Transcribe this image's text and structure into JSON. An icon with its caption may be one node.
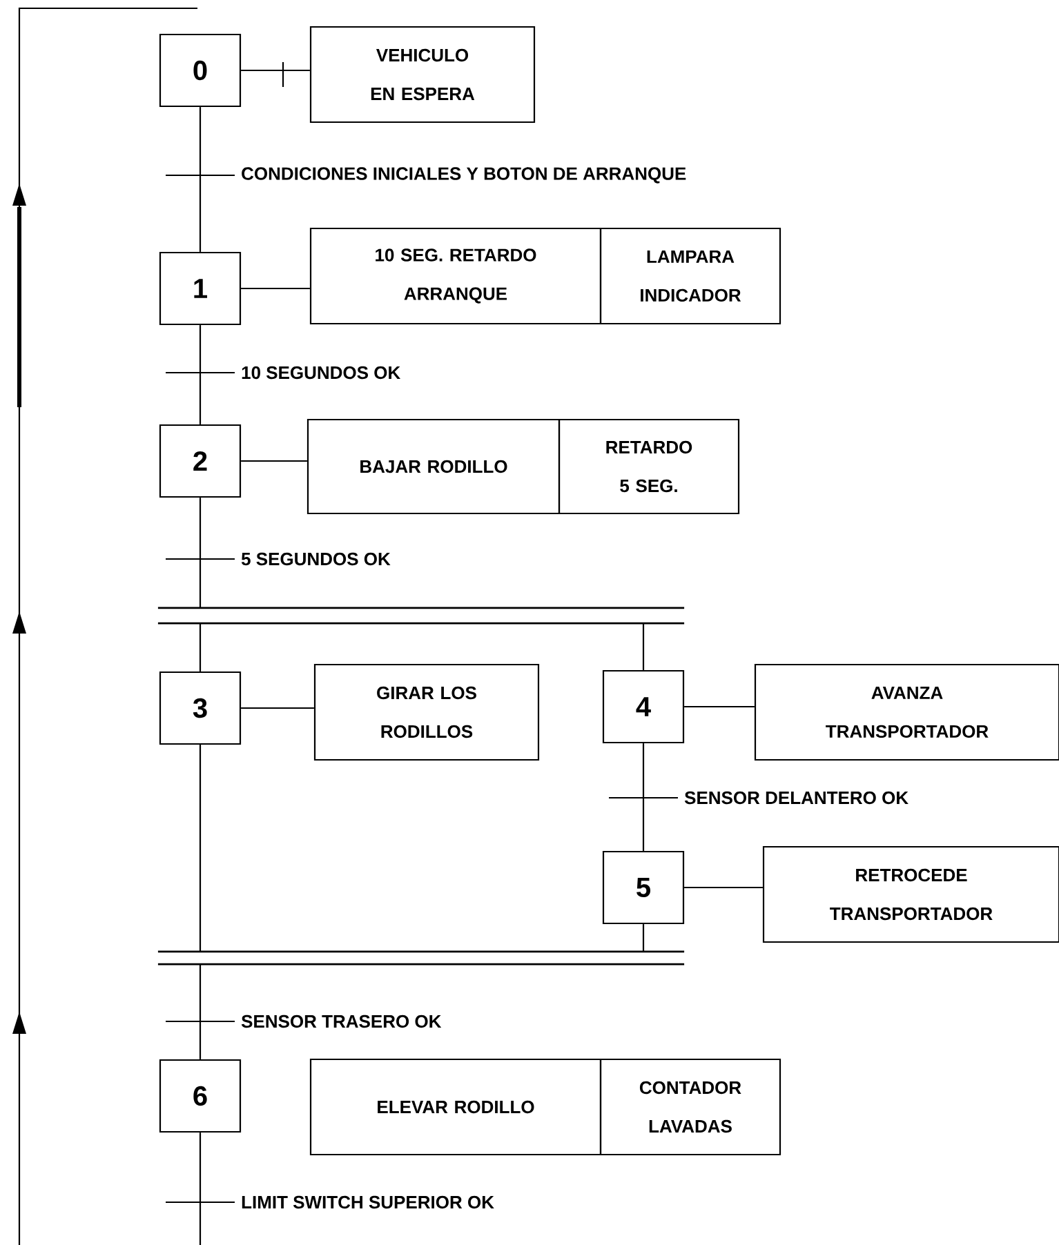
{
  "diagram": {
    "nodes": [
      {
        "text": [
          "0"
        ]
      },
      {
        "text": [
          "VEHICULO EN ESPERA"
        ]
      },
      {
        "text": [
          "1"
        ]
      },
      {
        "text": [
          "10 SEG. RETARDO ARRANQUE"
        ]
      },
      {
        "text": [
          "LAMPARA INDICADOR"
        ]
      },
      {
        "text": [
          "2"
        ]
      },
      {
        "text": [
          "BAJAR RODILLO"
        ]
      },
      {
        "text": [
          "RETARDO 5 SEG."
        ]
      },
      {
        "text": [],
        "shape": "bar"
      },
      {
        "text": [
          "3"
        ]
      },
      {
        "text": [
          "GIRAR LOS RODILLOS"
        ]
      },
      {
        "text": [
          "4"
        ]
      },
      {
        "text": [
          "AVANZA TRANSPORTADOR"
        ]
      },
      {
        "text": [
          "5"
        ]
      },
      {
        "text": [
          "RETROCEDE TRANSPORTADOR"
        ]
      },
      {
        "text": [],
        "shape": "bar"
      },
      {
        "text": [
          "6"
        ]
      },
      {
        "text": [
          "ELEVAR RODILLO"
        ]
      },
      {
        "text": [
          "CONTADOR LAVADAS"
        ]
      }
    ],
    "edges": [
      {
        "from": 0,
        "to": 1,
        "arrow": "none"
      },
      {
        "from": 0,
        "to": 2,
        "arrow": "none",
        "label": "CONDICIONES INICIALES Y BOTON DE ARRANQUE"
      },
      {
        "from": 2,
        "to": 3,
        "arrow": "none"
      },
      {
        "from": 2,
        "to": 5,
        "arrow": "none",
        "label": "10 SEGUNDOS OK"
      },
      {
        "from": 5,
        "to": 6,
        "arrow": "none"
      },
      {
        "from": 5,
        "to": 8,
        "arrow": "none",
        "label": "5 SEGUNDOS OK"
      },
      {
        "from": 8,
        "to": 9,
        "arrow": "none"
      },
      {
        "from": 8,
        "to": 11,
        "arrow": "none"
      },
      {
        "from": 9,
        "to": 10,
        "arrow": "none"
      },
      {
        "from": 11,
        "to": 12,
        "arrow": "none"
      },
      {
        "from": 11,
        "to": 13,
        "arrow": "none",
        "label": "SENSOR DELANTERO OK"
      },
      {
        "from": 13,
        "to": 14,
        "arrow": "none"
      },
      {
        "from": 9,
        "to": 15,
        "arrow": "none"
      },
      {
        "from": 13,
        "to": 15,
        "arrow": "none"
      },
      {
        "from": 15,
        "to": 16,
        "arrow": "none",
        "label": "SENSOR TRASERO OK"
      },
      {
        "from": 16,
        "to": null,
        "arrow": "none",
        "label": "LIMIT SWITCH SUPERIOR OK"
      }
    ]
  }
}
